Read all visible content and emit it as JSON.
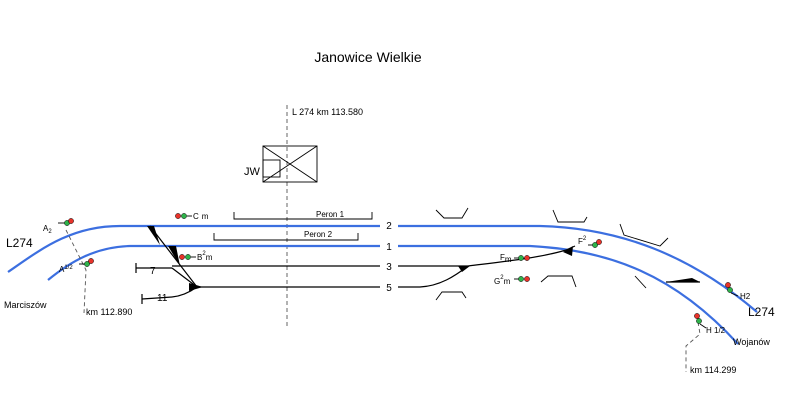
{
  "station": {
    "title": "Janowice Wielkie",
    "axis_label": "L 274 km  113.580",
    "building_label": "JW"
  },
  "lines": {
    "left_line": "L274",
    "right_line": "L274"
  },
  "directions": {
    "left": "Marciszów",
    "right": "Wojanów"
  },
  "kilometers": {
    "left": "km 112.890",
    "right": "km 114.299"
  },
  "platforms": {
    "peron1": "Peron 1",
    "peron2": "Peron 2"
  },
  "tracks": {
    "t1": "1",
    "t2": "2",
    "t3": "3",
    "t5": "5",
    "t7": "7",
    "t11": "11"
  },
  "signals": {
    "A2_main": "A",
    "A2_sub": "2",
    "A12_main": "A",
    "A12_sub": "1/2",
    "Cm_main": "C",
    "Cm_sub": "m",
    "B2m_main": "B",
    "B2m_sup": "2",
    "B2m_sub": "m",
    "F2_main": "F",
    "F2_sup": "2",
    "Fm_main": "F",
    "Fm_sub": "m",
    "G2m_main": "G",
    "G2m_sup": "2",
    "G2m_sub": "m",
    "H2": "H2",
    "H12": "H 1/2"
  },
  "colors": {
    "main_track": "#3c6fe0",
    "signal_red": "#e8332a",
    "signal_green": "#2fb24a"
  }
}
